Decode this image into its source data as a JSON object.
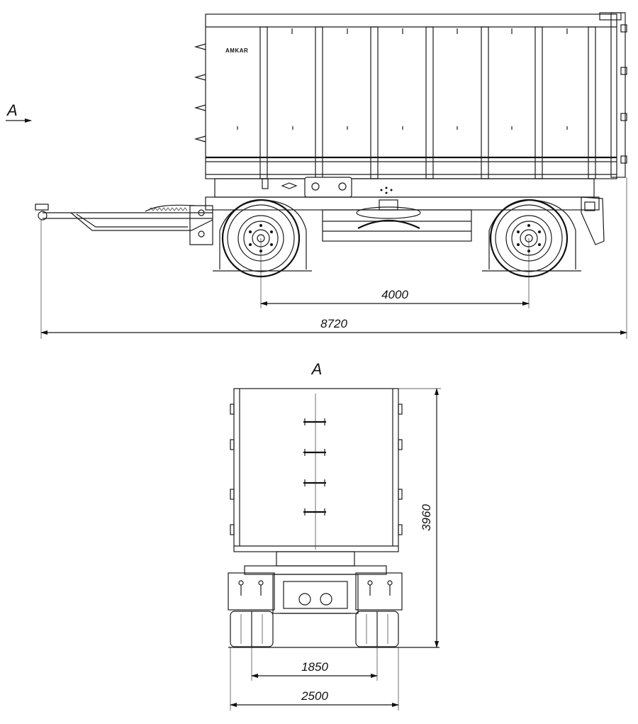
{
  "view_label_side": "A",
  "view_label_rear": "A",
  "brand": "AMKAR",
  "dimensions": {
    "wheelbase": "4000",
    "overall_length": "8720",
    "track_width": "1850",
    "overall_width": "2500",
    "overall_height": "3960"
  }
}
